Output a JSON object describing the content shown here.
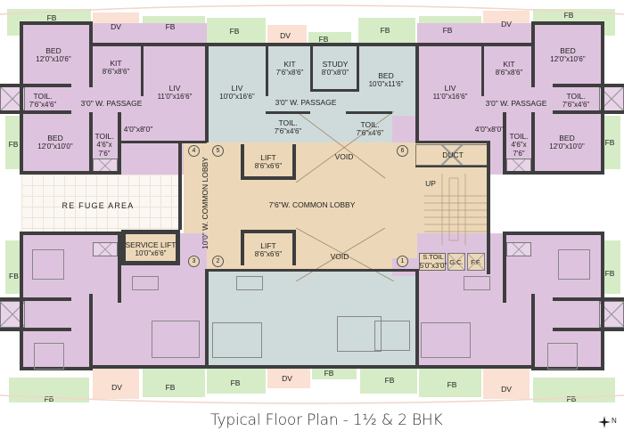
{
  "title": "Typical Floor Plan - 1½ & 2 BHK",
  "compass": {
    "icon": "north-compass-icon",
    "label": "N"
  },
  "colors": {
    "flat_1_5bhk": "#dec3de",
    "flat_2bhk_grey": "#cfdbda",
    "common_area": "#ecd8b8",
    "flower_bed": "#d6ecc6",
    "dry_verandah": "#fbe0d4",
    "walls": "#3e3e3e"
  },
  "legend_abbrev": {
    "FB": "FB",
    "DV": "DV"
  },
  "top_left_flat": {
    "bed1": {
      "name": "BED",
      "dim": "12'0\"x10'6\""
    },
    "kit": {
      "name": "KIT",
      "dim": "8'6\"x8'6\""
    },
    "liv": {
      "name": "LIV",
      "dim": "11'0\"x16'6\""
    },
    "toil1": {
      "name": "TOIL.",
      "dim": "7'6\"x4'6\""
    },
    "passage": "3'0\" W. PASSAGE",
    "foyer": "4'0\"x8'0\"",
    "bed2": {
      "name": "BED",
      "dim": "12'0\"x10'0\""
    },
    "toil2": {
      "name": "TOIL.",
      "dim1": "4'6\"x",
      "dim2": "7'6\""
    }
  },
  "top_center_flat": {
    "liv": {
      "name": "LIV",
      "dim": "10'0\"x16'6\""
    },
    "kit": {
      "name": "KIT",
      "dim": "7'6\"x8'6\""
    },
    "study": {
      "name": "STUDY",
      "dim": "8'0\"x8'0\""
    },
    "bed": {
      "name": "BED",
      "dim": "10'0\"x11'6\""
    },
    "passage": "3'0\" W. PASSAGE",
    "toil1": {
      "name": "TOIL.",
      "dim": "7'6\"x4'6\""
    },
    "toil2": {
      "name": "TOIL.",
      "dim": "7'6\"x4'6\""
    }
  },
  "top_right_flat": {
    "liv": {
      "name": "LIV",
      "dim": "11'0\"x16'6\""
    },
    "kit": {
      "name": "KIT",
      "dim": "8'6\"x8'6\""
    },
    "bed1": {
      "name": "BED",
      "dim": "12'0\"x10'6\""
    },
    "toil1": {
      "name": "TOIL.",
      "dim": "7'6\"x4'6\""
    },
    "passage": "3'0\" W. PASSAGE",
    "foyer": "4'0\"x8'0\"",
    "toil2": {
      "name": "TOIL.",
      "dim1": "4'6\"x",
      "dim2": "7'6\""
    },
    "bed2": {
      "name": "BED",
      "dim": "12'0\"x10'0\""
    }
  },
  "core": {
    "refuge": "RE FUGE   AREA",
    "lobby_vertical": "10'0\" W. COMMON LOBBY",
    "lobby_horizontal": "7'6\"W. COMMON LOBBY",
    "lift_top": {
      "name": "LIFT",
      "dim": "8'6\"x6'6\""
    },
    "lift_bottom": {
      "name": "LIFT",
      "dim": "8'6\"x6'6\""
    },
    "service_lift": {
      "name": "SERVICE LIFT",
      "dim": "10'0\"x6'6\""
    },
    "void_top": "VOID",
    "void_bottom": "VOID",
    "duct": "DUCT",
    "stair_up": "UP",
    "s_toil": {
      "name": "S.TOIL",
      "dim": "5'0\"x3'0\""
    },
    "gc": "G.C.",
    "ff": "F.F.",
    "markers": [
      "1",
      "2",
      "3",
      "4",
      "5",
      "6"
    ]
  }
}
